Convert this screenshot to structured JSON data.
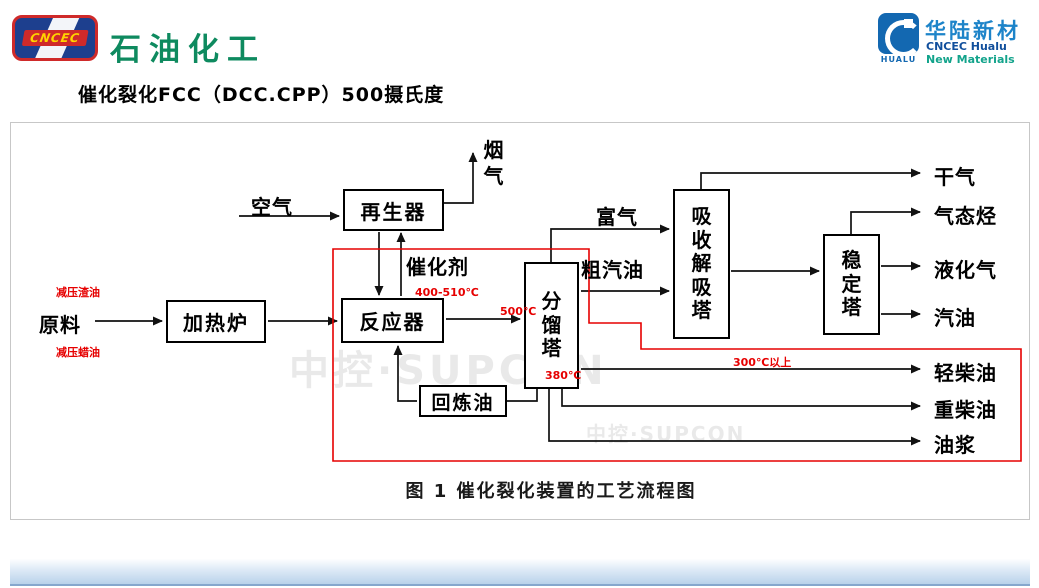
{
  "header": {
    "logo_left": {
      "emblem_text": "CNCEC",
      "brand_text": "石油化工"
    },
    "logo_right": {
      "brand_cn": "华陆新材",
      "brand_en1": "CNCEC Hualu",
      "brand_en2": "New Materials",
      "icon_caption": "HUALU"
    },
    "title": "催化裂化FCC（DCC.CPP）500摄氏度"
  },
  "diagram": {
    "caption": "图 1  催化裂化装置的工艺流程图",
    "watermark_large": "中控·SUPCON",
    "watermark_small": "中控·SUPCON",
    "boxes": {
      "furnace": "加热炉",
      "reactor": "反应器",
      "regenerator": "再生器",
      "fractionator": "分馏塔",
      "absorber_desorber": "吸收解吸塔",
      "stabilizer": "稳定塔",
      "recycle_oil": "回炼油"
    },
    "streams": {
      "feed": "原料",
      "air": "空气",
      "flue_gas": "烟气",
      "catalyst": "催化剂",
      "rich_gas": "富气",
      "crude_gasoline": "粗汽油",
      "dry_gas": "干气",
      "gaseous_hydrocarbon": "气态烃",
      "lpg": "液化气",
      "gasoline": "汽油",
      "light_diesel": "轻柴油",
      "heavy_diesel": "重柴油",
      "oil_slurry": "油浆"
    },
    "annotations": {
      "vacuum_residue": "减压渣油",
      "vacuum_wax_oil": "减压蜡油",
      "reactor_temp": "400-510℃",
      "fractionator_inlet_temp": "500℃",
      "fractionator_bottom_temp": "380℃",
      "diesel_temp": "300℃以上"
    },
    "colors": {
      "highlight_red": "#e60000",
      "line_black": "#111111"
    }
  }
}
